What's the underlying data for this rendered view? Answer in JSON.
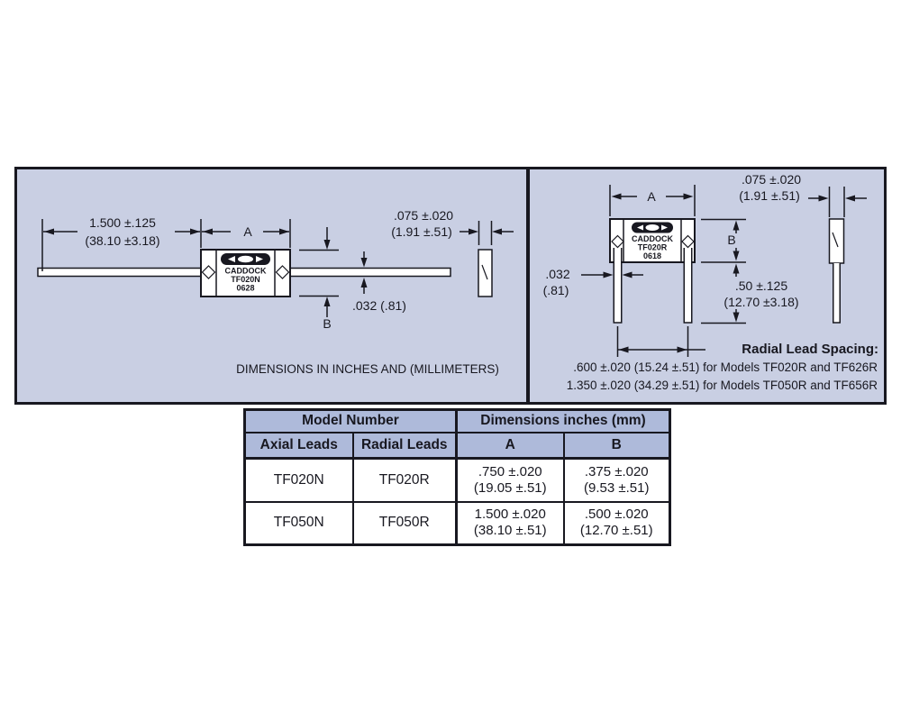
{
  "colors": {
    "panel_bg": "#c9cfe3",
    "table_header_bg": "#aebada",
    "ink": "#181820",
    "white": "#ffffff"
  },
  "panel": {
    "note": "DIMENSIONS IN INCHES AND (MILLIMETERS)",
    "axial": {
      "length_in": "1.500 ±.125",
      "length_mm": "(38.10 ±3.18)",
      "dim_a_label": "A",
      "dim_b_label": "B",
      "width_in": ".075 ±.020",
      "width_mm": "(1.91 ±.51)",
      "lead_dia": ".032 (.81)",
      "body_brand": "CADDOCK",
      "body_model": "TF020N",
      "body_date": "0628"
    },
    "radial": {
      "dim_a_label": "A",
      "dim_b_label": "B",
      "width_in": ".075 ±.020",
      "width_mm": "(1.91 ±.51)",
      "lead_dia_in": ".032",
      "lead_dia_mm": "(.81)",
      "lead_len_in": ".50 ±.125",
      "lead_len_mm": "(12.70 ±3.18)",
      "body_brand": "CADDOCK",
      "body_model": "TF020R",
      "body_date": "0618",
      "spacing_title": "Radial Lead Spacing:",
      "spacing_line1": ".600 ±.020 (15.24 ±.51) for Models TF020R and TF626R",
      "spacing_line2": "1.350 ±.020 (34.29 ±.51) for Models TF050R and TF656R"
    }
  },
  "table": {
    "group_model": "Model Number",
    "group_dims": "Dimensions inches (mm)",
    "col_axial": "Axial Leads",
    "col_radial": "Radial Leads",
    "col_a": "A",
    "col_b": "B",
    "rows": [
      {
        "axial": "TF020N",
        "radial": "TF020R",
        "a_in": ".750 ±.020",
        "a_mm": "(19.05 ±.51)",
        "b_in": ".375 ±.020",
        "b_mm": "(9.53 ±.51)"
      },
      {
        "axial": "TF050N",
        "radial": "TF050R",
        "a_in": "1.500 ±.020",
        "a_mm": "(38.10 ±.51)",
        "b_in": ".500 ±.020",
        "b_mm": "(12.70 ±.51)"
      }
    ]
  }
}
